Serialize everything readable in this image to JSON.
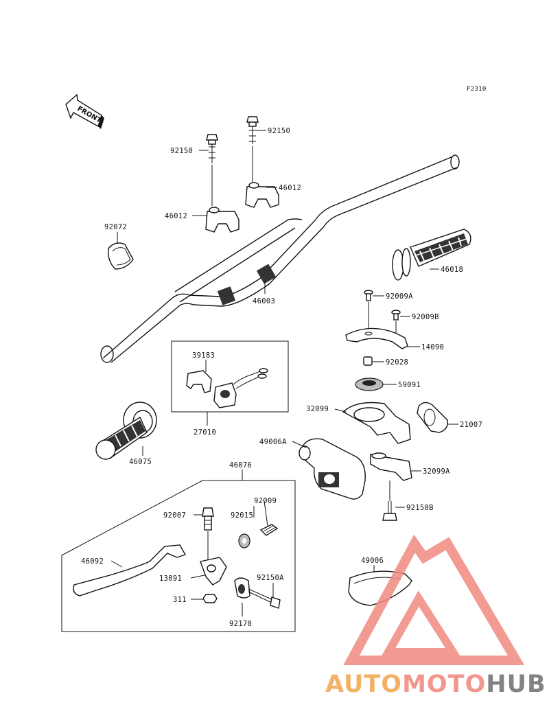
{
  "figure_code": "F2310",
  "front_arrow_label": "FRONT",
  "watermark": {
    "brand": "AUTOMOTOHUB",
    "part1": "AUTO",
    "part2": "MOTO",
    "part3": "HUB",
    "colors": {
      "auto": "#f2a44b",
      "moto": "#f0857a",
      "hub": "#6e6e6e",
      "triangle": "#f08a80"
    }
  },
  "part_labels": {
    "p92150_left": "92150",
    "p92150_right": "92150",
    "p46012_left": "46012",
    "p46012_right": "46012",
    "p92072": "92072",
    "p46018": "46018",
    "p46003": "46003",
    "p92009A": "92009A",
    "p92009B": "92009B",
    "p14090": "14090",
    "p92028": "92028",
    "p39183": "39183",
    "p27010": "27010",
    "p59091": "59091",
    "p32099": "32099",
    "p21007": "21007",
    "p49006A": "49006A",
    "p32099A": "32099A",
    "p92150B": "92150B",
    "p46075": "46075",
    "p46076": "46076",
    "p92009": "92009",
    "p92007": "92007",
    "p92015": "92015",
    "p46092": "46092",
    "p13091": "13091",
    "p92150A": "92150A",
    "p311": "311",
    "p92170": "92170",
    "p49006": "49006"
  }
}
